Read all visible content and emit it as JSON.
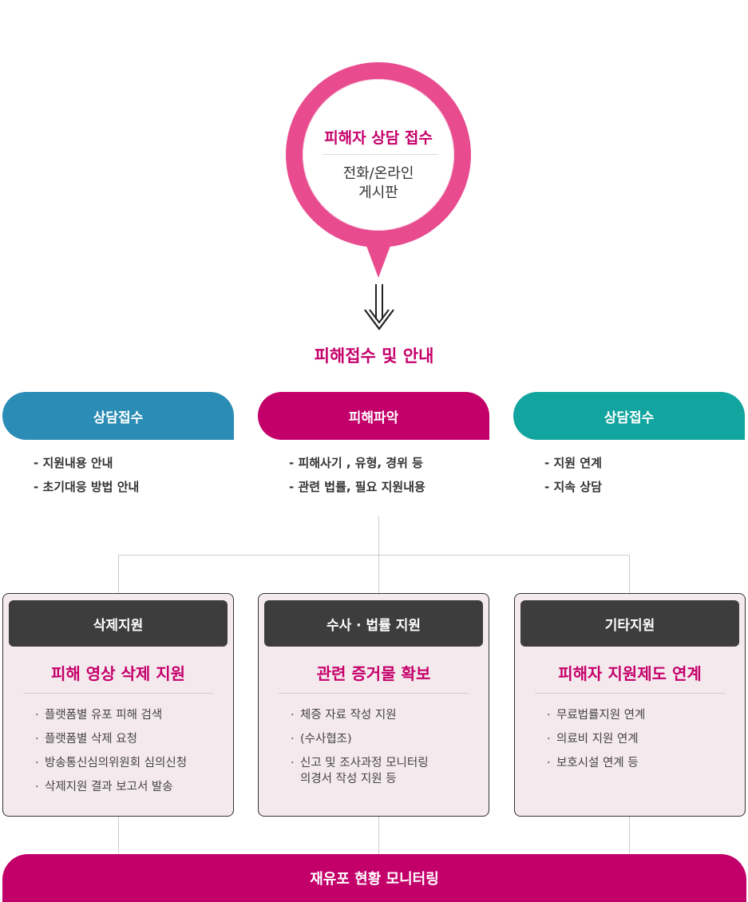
{
  "pin": {
    "title": "피해자 상담 접수",
    "subtitle_line1": "전화/온라인",
    "subtitle_line2": "게시판"
  },
  "section_title": "피해접수 및 안내",
  "tabs": [
    {
      "label": "상담접수",
      "items": [
        "- 지원내용 안내",
        "- 초기대응 방법 안내"
      ]
    },
    {
      "label": "피해파악",
      "items": [
        "- 피해사기 , 유형, 경위 등",
        "- 관련 법률, 필요 지원내용"
      ]
    },
    {
      "label": "상담접수",
      "items": [
        "- 지원 연계",
        "- 지속 상담"
      ]
    }
  ],
  "boxes": [
    {
      "header": "삭제지원",
      "subtitle": "피해 영상 삭제 지원",
      "items": [
        "플랫폼별 유포 피해 검색",
        "플랫폼별 삭제 요청",
        "방송통신심의위원회 심의신청",
        "삭제지원 결과 보고서 발송"
      ]
    },
    {
      "header": "수사 · 법률 지원",
      "subtitle": "관련 증거물 확보",
      "items": [
        "체증 자료 작성 지원",
        "(수사협조)",
        "신고 및 조사과정 모니터링\n의경서 작성 지원 등"
      ]
    },
    {
      "header": "기타지원",
      "subtitle": "피해자 지원제도 연계",
      "items": [
        "무료법률지원 연계",
        "의료비 지원 연계",
        "보호시설 연계 등"
      ]
    }
  ],
  "bullet": "·",
  "bottom_bar": "재유포 현황 모니터링",
  "colors": {
    "pin": "#e94b8f",
    "accent": "#c5006b",
    "tab_blue": "#2b8cb5",
    "tab_magenta": "#c3006a",
    "tab_teal": "#12a59f",
    "box_bg": "#f4e9ec",
    "box_header": "#3d3d3d"
  }
}
